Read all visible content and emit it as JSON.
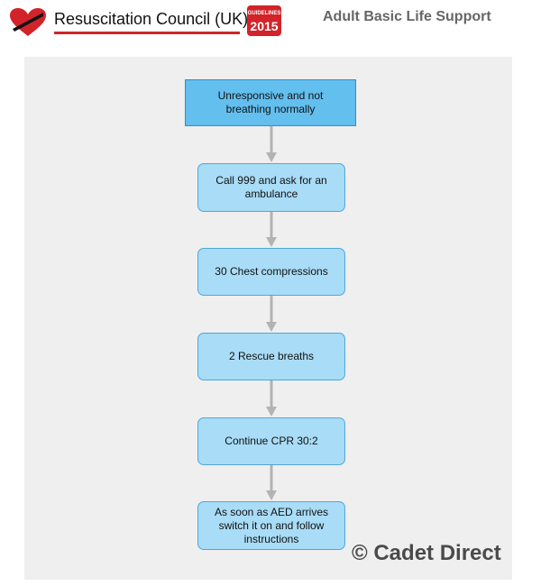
{
  "header": {
    "org_name": "Resuscitation Council (UK)",
    "badge_top_text": "GUIDELINES",
    "badge_year": "2015",
    "title": "Adult Basic Life Support"
  },
  "flowchart": {
    "steps": [
      {
        "text": "Unresponsive and not breathing normally",
        "kind": "start"
      },
      {
        "text": "Call 999 and ask for an ambulance",
        "kind": "step"
      },
      {
        "text": "30 Chest compressions",
        "kind": "step"
      },
      {
        "text": "2 Rescue breaths",
        "kind": "step"
      },
      {
        "text": "Continue CPR 30:2",
        "kind": "step"
      },
      {
        "text": "As soon as AED arrives switch it on and follow instructions",
        "kind": "step"
      }
    ]
  },
  "watermark": "© Cadet Direct",
  "colors": {
    "brand_red": "#d2232a",
    "start_fill": "#62bfee",
    "step_fill": "#a9dcf6",
    "step_border": "#4fa8da",
    "arrow": "#b3b3b3",
    "panel": "#efefef"
  }
}
